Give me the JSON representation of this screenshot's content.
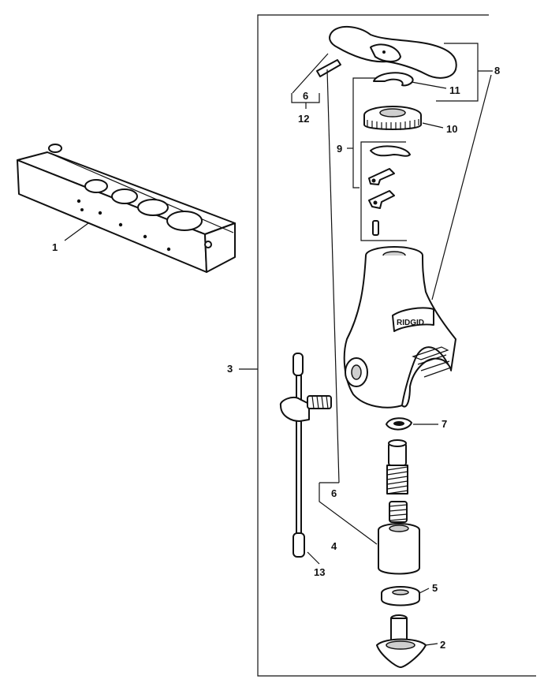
{
  "diagram": {
    "callouts": {
      "c1": "1",
      "c2": "2",
      "c3": "3",
      "c4": "4",
      "c5": "5",
      "c6a": "6",
      "c6b": "6",
      "c7": "7",
      "c8": "8",
      "c9": "9",
      "c10": "10",
      "c11": "11",
      "c12": "12",
      "c13": "13"
    },
    "logo_text": "RIDGID"
  }
}
